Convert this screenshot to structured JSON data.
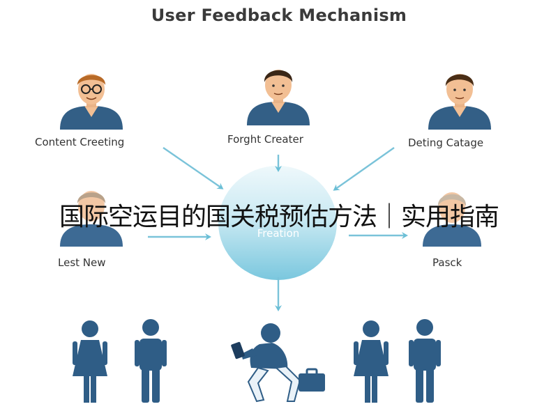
{
  "diagram": {
    "title": "User Feedback Mechanism",
    "nodes": [
      {
        "label": "Content Creeting"
      },
      {
        "label": "Forght Creater"
      },
      {
        "label": "Deting Catage"
      },
      {
        "label": "Lest New"
      },
      {
        "label": "Pasck"
      }
    ],
    "hub": {
      "label": "Freation"
    },
    "overlay_text": "国际空运目的国关税预估方法｜实用指南",
    "colors": {
      "figure_blue": "#2f5d86",
      "shirt_blue": "#335f86",
      "skin": "#f2bf94",
      "hair": "#4a2e16",
      "arrow": "#7ac3d9",
      "hub_fill": "#bfe3ef",
      "hub_bottom": "#8ecfe2"
    }
  }
}
